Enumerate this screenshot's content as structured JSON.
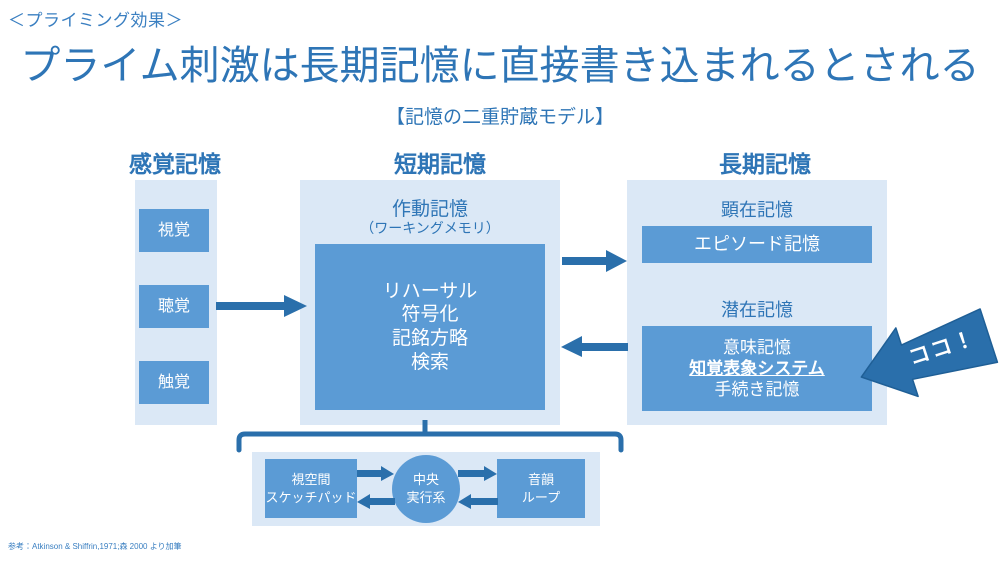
{
  "header": {
    "kicker": "＜プライミング効果＞",
    "title": "プライム刺激は長期記憶に直接書き込まれるとされる",
    "subtitle": "【記憶の二重貯蔵モデル】"
  },
  "columns": {
    "sensory": {
      "heading": "感覚記憶",
      "items": [
        {
          "label": "視覚"
        },
        {
          "label": "聴覚"
        },
        {
          "label": "触覚"
        }
      ]
    },
    "short_term": {
      "heading": "短期記憶",
      "panel_label_line1": "作動記憶",
      "panel_label_line2": "（ワーキングメモリ）",
      "process_lines": [
        "リハーサル",
        "符号化",
        "記銘方略",
        "検索"
      ]
    },
    "long_term": {
      "heading": "長期記憶",
      "explicit_label": "顕在記憶",
      "explicit_box": "エピソード記憶",
      "implicit_label": "潜在記憶",
      "implicit_lines": [
        "意味記憶",
        "知覚表象システム",
        "手続き記憶"
      ],
      "implicit_highlight_index": 1
    }
  },
  "working_memory_detail": {
    "left_box": [
      "視空間",
      "スケッチパッド"
    ],
    "center_circle": [
      "中央",
      "実行系"
    ],
    "right_box": [
      "音韻",
      "ループ"
    ]
  },
  "callout": {
    "text": "ココ！"
  },
  "footnote": {
    "text": "参考：Atkinson & Shiffrin,1971;森 2000 より加筆"
  },
  "colors": {
    "accent_blue": "#2E75B6",
    "box_blue": "#5b9bd5",
    "panel_light": "#dbe8f6",
    "arrow_blue": "#2a6fab",
    "callout_blue": "#2e78b8",
    "page_bg": "#ffffff"
  }
}
